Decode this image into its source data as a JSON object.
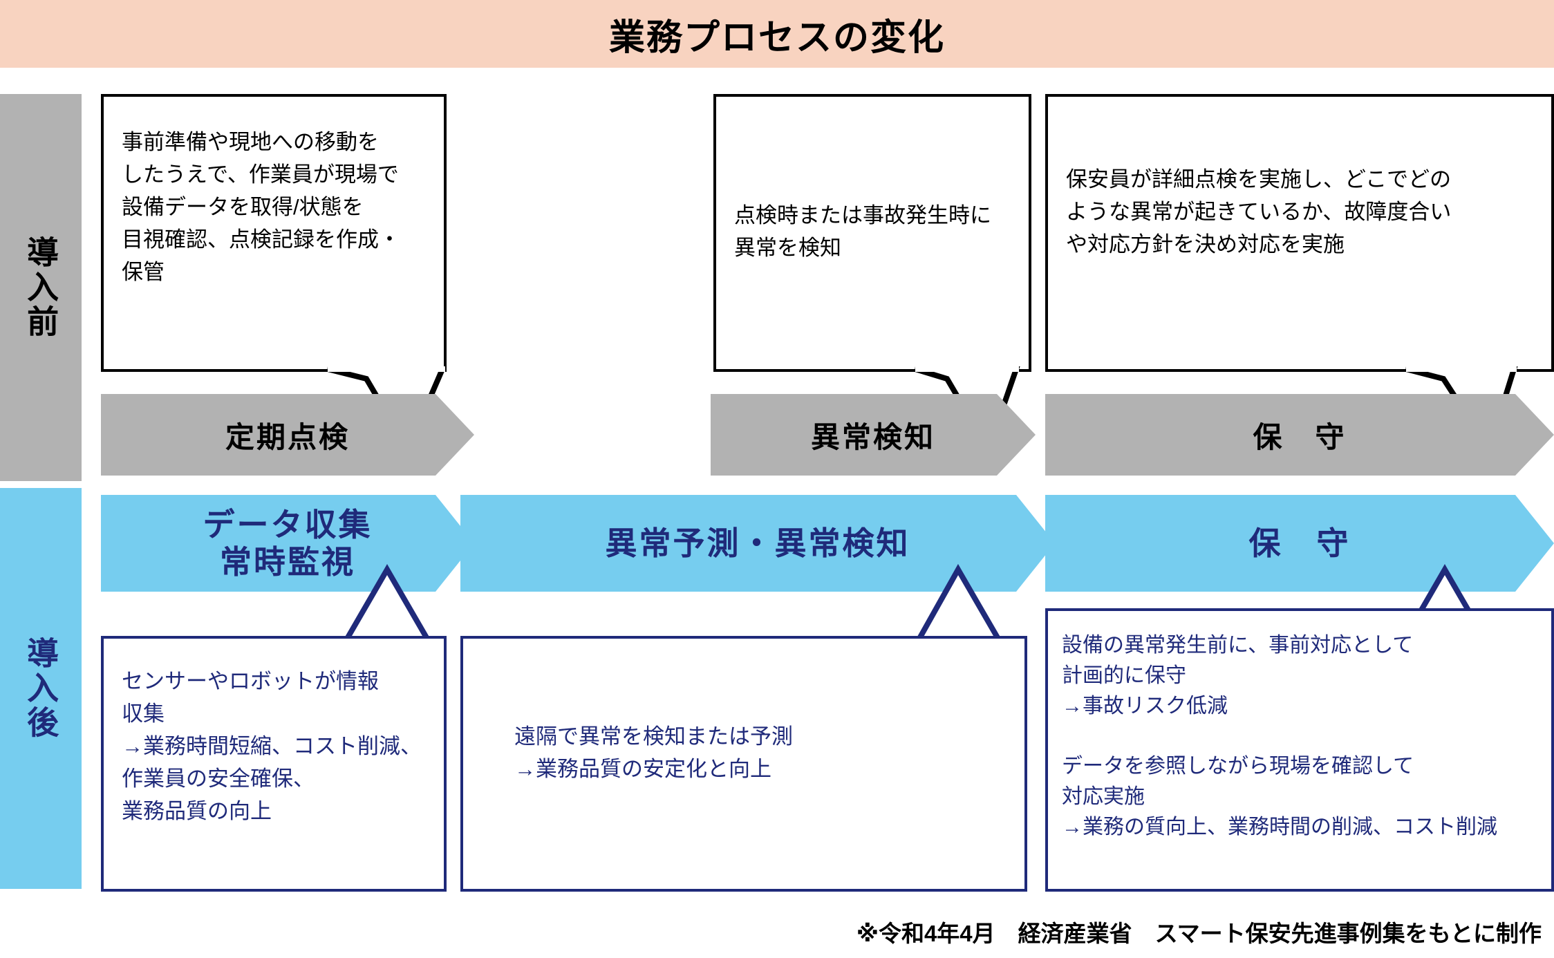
{
  "header": {
    "title": "業務プロセスの変化",
    "background_color": "#F8D3C0"
  },
  "rails": {
    "before": {
      "label": "導入前",
      "background_color": "#B2B2B2",
      "text_color": "#000000"
    },
    "after": {
      "label": "導入後",
      "background_color": "#76CDEF",
      "text_color": "#1F2A7A"
    }
  },
  "before_row": {
    "callouts": [
      {
        "text": "事前準備や現地への移動を\nしたうえで、作業員が現場で\n設備データを取得/状態を\n目視確認、点検記録を作成・\n保管"
      },
      {
        "text": "点検時または事故発生時に\n異常を検知"
      },
      {
        "text": "保安員が詳細点検を実施し、どこでどの\nような異常が起きているか、故障度合い\nや対応方針を決め対応を実施"
      }
    ],
    "steps": [
      {
        "label": "定期点検"
      },
      {
        "label": "異常検知"
      },
      {
        "label": "保　守"
      }
    ]
  },
  "after_row": {
    "steps": [
      {
        "label": "データ収集\n常時監視"
      },
      {
        "label": "異常予測・異常検知"
      },
      {
        "label": "保　守"
      }
    ],
    "callouts": [
      {
        "text": "センサーやロボットが情報\n収集\n→業務時間短縮、コスト削減、\n作業員の安全確保、\n業務品質の向上"
      },
      {
        "text": "遠隔で異常を検知または予測\n→業務品質の安定化と向上"
      },
      {
        "text": "設備の異常発生前に、事前対応として\n計画的に保守\n→事故リスク低減\n\nデータを参照しながら現場を確認して\n対応実施\n→業務の質向上、業務時間の削減、コスト削減"
      }
    ]
  },
  "footer": {
    "credit": "※令和4年4月　経済産業省　スマート保安先進事例集をもとに制作"
  },
  "colors": {
    "banner": "#F8D3C0",
    "gray": "#B2B2B2",
    "blue": "#76CDEF",
    "navy": "#1F2A7A",
    "black": "#000000",
    "white": "#FFFFFF"
  }
}
